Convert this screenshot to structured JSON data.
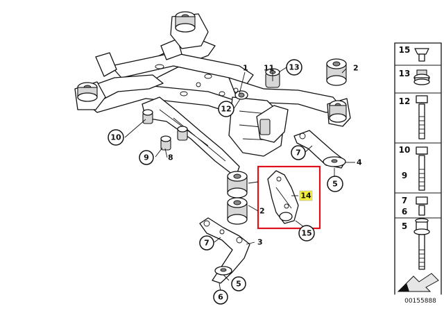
{
  "callouts": {
    "c1": "1",
    "c2a": "2",
    "c2b": "2",
    "c3": "3",
    "c4": "4",
    "c5a": "5",
    "c5b": "5",
    "c6": "6",
    "c7a": "7",
    "c7b": "7",
    "c8": "8",
    "c9": "9",
    "c10": "10",
    "c11": "11",
    "c12": "12",
    "c13": "13",
    "c14": "14",
    "c15": "15"
  },
  "sidebar": {
    "items": [
      "15",
      "13",
      "12",
      "10",
      "9",
      "7",
      "6",
      "5"
    ]
  },
  "reference_number": "00155888",
  "highlight": {
    "box_color": "#e0101a",
    "label_bg": "#f5f03a"
  }
}
